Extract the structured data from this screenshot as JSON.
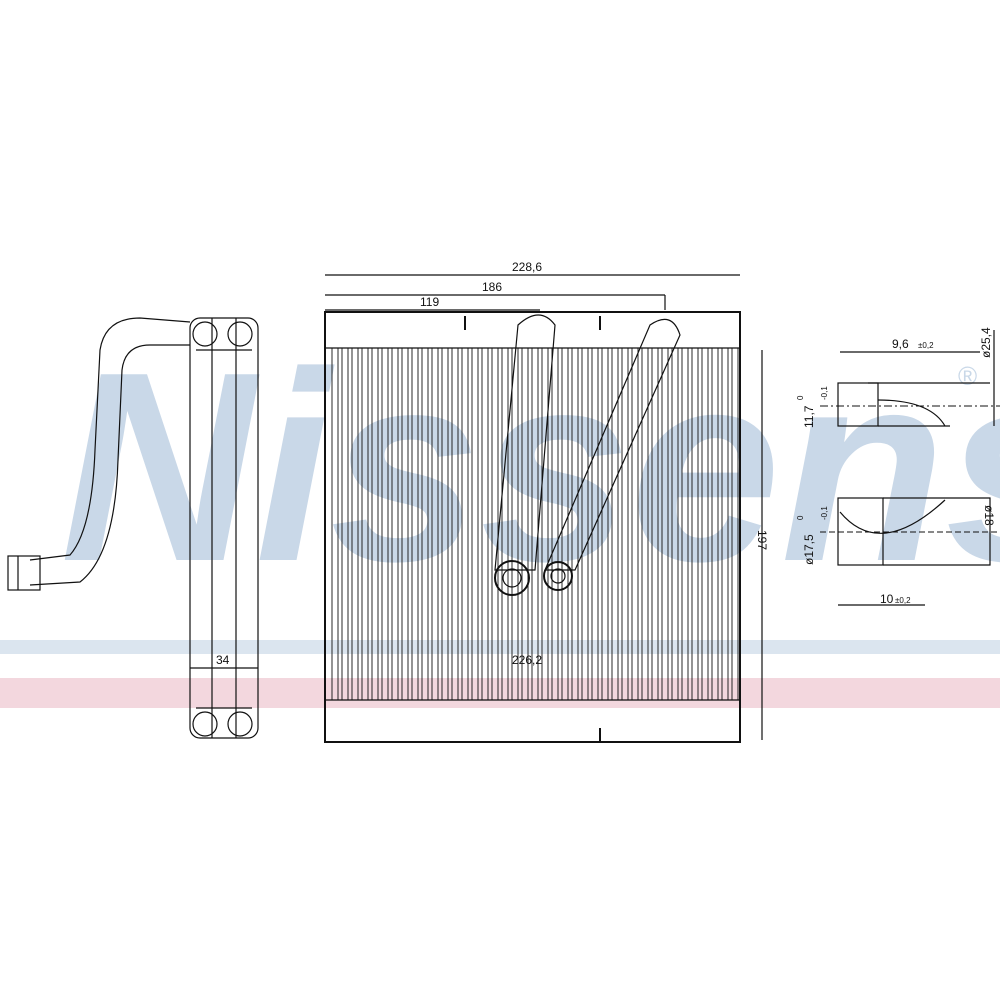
{
  "watermark": {
    "text": "Nissens",
    "registered_mark": "®",
    "colors": {
      "logo_blue": "#c9d8e8",
      "band_blue": "#dbe5ef",
      "band_pink": "#f3d7de"
    }
  },
  "dimensions": {
    "overall_width": "228,6",
    "outlet_pipe_position": "186",
    "inlet_pipe_position": "119",
    "height": "197",
    "core_depth": "34",
    "core_width": "226,2",
    "fitting_top_length": "9,6",
    "fitting_top_length_tol": "±0,2",
    "fitting_top_diameter": "ø25,4",
    "fitting_top_bore": "11,7",
    "fitting_top_bore_tol_upper": "0",
    "fitting_top_bore_tol_lower": "-0,1",
    "fitting_bottom_bore": "ø17,5",
    "fitting_bottom_bore_tol_upper": "0",
    "fitting_bottom_bore_tol_lower": "-0,1",
    "fitting_bottom_diameter": "ø18",
    "fitting_bottom_length": "10",
    "fitting_bottom_length_tol": "±0,2"
  }
}
